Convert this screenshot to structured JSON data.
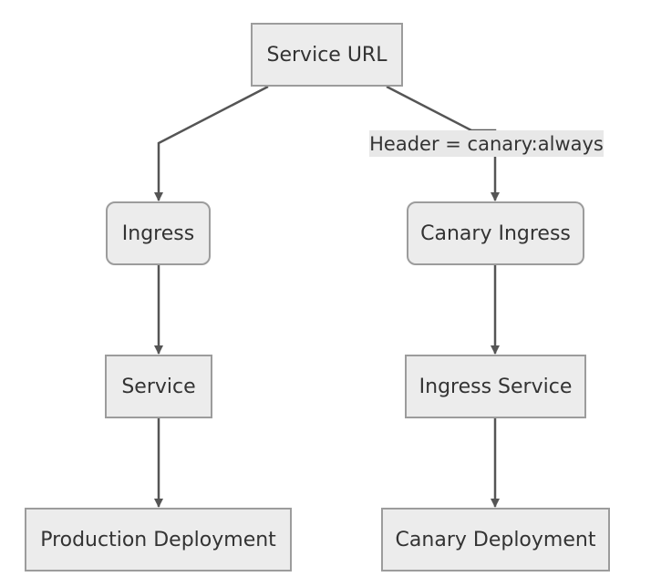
{
  "diagram": {
    "nodes": {
      "service_url": "Service URL",
      "ingress": "Ingress",
      "canary_ingress": "Canary Ingress",
      "service": "Service",
      "ingress_service": "Ingress Service",
      "production_deployment": "Production Deployment",
      "canary_deployment": "Canary Deployment"
    },
    "edges": [
      {
        "from": "Service URL",
        "to": "Ingress",
        "label": ""
      },
      {
        "from": "Service URL",
        "to": "Canary Ingress",
        "label": "Header = canary:always"
      },
      {
        "from": "Ingress",
        "to": "Service",
        "label": ""
      },
      {
        "from": "Canary Ingress",
        "to": "Ingress Service",
        "label": ""
      },
      {
        "from": "Service",
        "to": "Production Deployment",
        "label": ""
      },
      {
        "from": "Ingress Service",
        "to": "Canary Deployment",
        "label": ""
      }
    ],
    "colors": {
      "node_fill": "#ececec",
      "node_border": "#9c9c9c",
      "edge": "#555555",
      "text": "#333333",
      "label_bg": "#e8e8e8"
    }
  }
}
